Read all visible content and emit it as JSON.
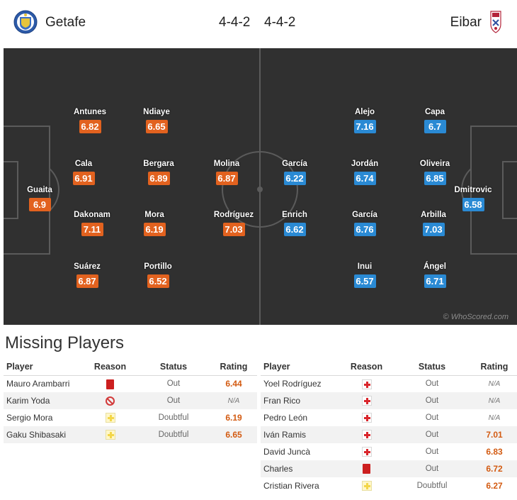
{
  "header": {
    "home_team": "Getafe",
    "away_team": "Eibar",
    "home_formation": "4-4-2",
    "away_formation": "4-4-2"
  },
  "colors": {
    "home_rating": "#e2621f",
    "away_rating": "#2a8ad4",
    "pitch": "#303030"
  },
  "pitch": {
    "watermark": "© WhoScored.com",
    "home_players": [
      {
        "name": "Guaita",
        "rating": "6.9"
      },
      {
        "name": "Antunes",
        "rating": "6.82"
      },
      {
        "name": "Cala",
        "rating": "6.91"
      },
      {
        "name": "Dakonam",
        "rating": "7.11"
      },
      {
        "name": "Suárez",
        "rating": "6.87"
      },
      {
        "name": "Ndiaye",
        "rating": "6.65"
      },
      {
        "name": "Bergara",
        "rating": "6.89"
      },
      {
        "name": "Mora",
        "rating": "6.19"
      },
      {
        "name": "Portillo",
        "rating": "6.52"
      },
      {
        "name": "Molina",
        "rating": "6.87"
      },
      {
        "name": "Rodríguez",
        "rating": "7.03"
      }
    ],
    "away_players": [
      {
        "name": "García",
        "rating": "6.22"
      },
      {
        "name": "Enrich",
        "rating": "6.62"
      },
      {
        "name": "Alejo",
        "rating": "7.16"
      },
      {
        "name": "Jordán",
        "rating": "6.74"
      },
      {
        "name": "García",
        "rating": "6.76"
      },
      {
        "name": "Inui",
        "rating": "6.57"
      },
      {
        "name": "Capa",
        "rating": "6.7"
      },
      {
        "name": "Oliveira",
        "rating": "6.85"
      },
      {
        "name": "Arbilla",
        "rating": "7.03"
      },
      {
        "name": "Ángel",
        "rating": "6.71"
      },
      {
        "name": "Dmitrovic",
        "rating": "6.58"
      }
    ]
  },
  "missing": {
    "title": "Missing Players",
    "columns": {
      "player": "Player",
      "reason": "Reason",
      "status": "Status",
      "rating": "Rating"
    },
    "home": [
      {
        "player": "Mauro Arambarri",
        "reason": "red-card-icon",
        "status": "Out",
        "rating": "6.44"
      },
      {
        "player": "Karim Yoda",
        "reason": "banned-icon",
        "status": "Out",
        "rating": "N/A"
      },
      {
        "player": "Sergio Mora",
        "reason": "doubtful-icon",
        "status": "Doubtful",
        "rating": "6.19"
      },
      {
        "player": "Gaku Shibasaki",
        "reason": "doubtful-icon",
        "status": "Doubtful",
        "rating": "6.65"
      }
    ],
    "away": [
      {
        "player": "Yoel Rodríguez",
        "reason": "injury-icon",
        "status": "Out",
        "rating": "N/A"
      },
      {
        "player": "Fran Rico",
        "reason": "injury-icon",
        "status": "Out",
        "rating": "N/A"
      },
      {
        "player": "Pedro León",
        "reason": "injury-icon",
        "status": "Out",
        "rating": "N/A"
      },
      {
        "player": "Iván Ramis",
        "reason": "injury-icon",
        "status": "Out",
        "rating": "7.01"
      },
      {
        "player": "David Juncà",
        "reason": "injury-icon",
        "status": "Out",
        "rating": "6.83"
      },
      {
        "player": "Charles",
        "reason": "red-card-icon",
        "status": "Out",
        "rating": "6.72"
      },
      {
        "player": "Cristian Rivera",
        "reason": "doubtful-icon",
        "status": "Doubtful",
        "rating": "6.27"
      }
    ]
  }
}
